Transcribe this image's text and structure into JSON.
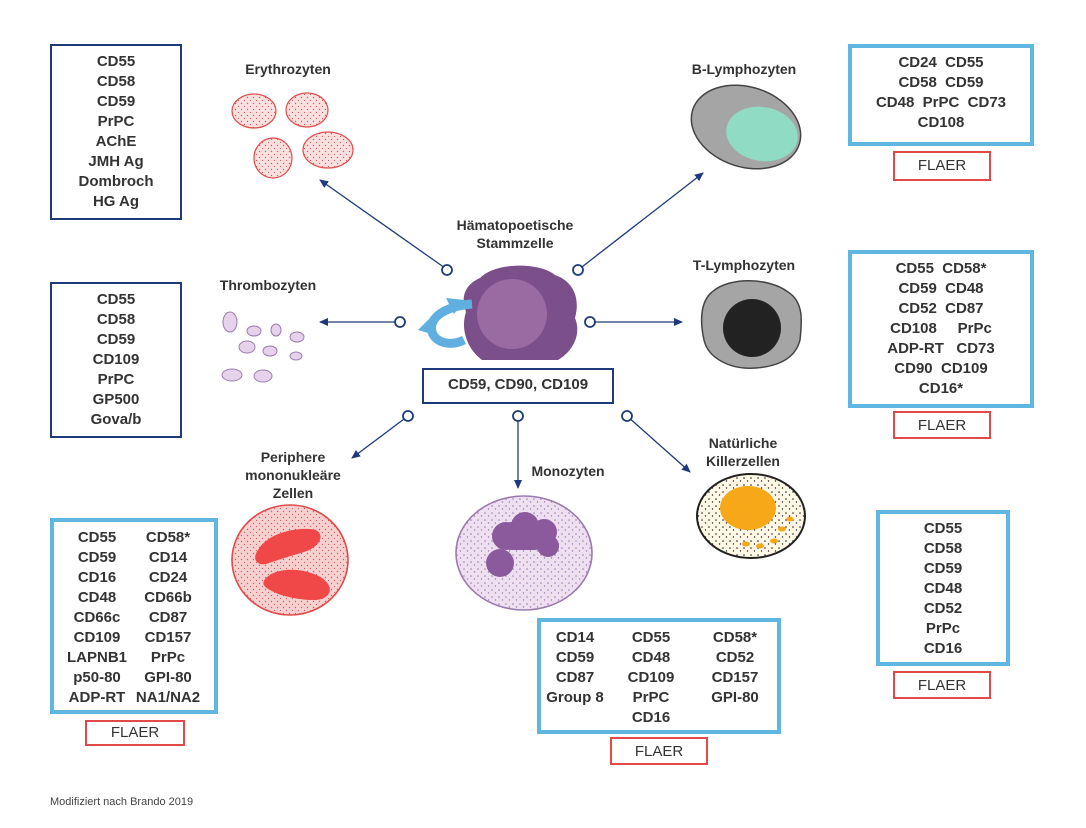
{
  "center": {
    "title_line1": "Hämatopoetische",
    "title_line2": "Stammzelle",
    "markers": "CD59, CD90, CD109"
  },
  "cells": {
    "erythrozyten": "Erythrozyten",
    "thrombozyten": "Thrombozyten",
    "pbmc_line1": "Periphere",
    "pbmc_line2": "mononukleäre",
    "pbmc_line3": "Zellen",
    "monozyten": "Monozyten",
    "nk_line1": "Natürliche",
    "nk_line2": "Killerzellen",
    "b_lymph": "B-Lymphozyten",
    "t_lymph": "T-Lymphozyten"
  },
  "boxes": {
    "erythrozyten": [
      "CD55",
      "CD58",
      "CD59",
      "PrPC",
      "AChE",
      "JMH Ag",
      "Dombroch",
      "HG Ag"
    ],
    "thrombozyten": [
      "CD55",
      "CD58",
      "CD59",
      "CD109",
      "PrPC",
      "GP500",
      "Gova/b"
    ],
    "b_lymph": [
      "CD24  CD55",
      "CD58  CD59",
      "CD48  PrPC  CD73",
      "CD108"
    ],
    "t_lymph": [
      "CD55  CD58*",
      "CD59  CD48",
      "CD52  CD87",
      "CD108     PrPc",
      "ADP-RT   CD73",
      "CD90  CD109",
      "CD16*"
    ],
    "nk": [
      "CD55",
      "CD58",
      "CD59",
      "CD48",
      "CD52",
      "PrPc",
      "CD16"
    ],
    "pbmc": [
      "CD55",
      "CD58*",
      "CD59",
      "CD14",
      "CD16",
      "CD24",
      "CD48",
      "CD66b",
      "CD66c",
      "CD87",
      "CD109",
      "CD157",
      "LAPNB1",
      "PrPc",
      "p50-80",
      "GPI-80",
      "ADP-RT",
      "NA1/NA2"
    ],
    "mono": [
      "CD14",
      "CD55",
      "CD58*",
      "CD59",
      "CD48",
      "CD52",
      "CD87",
      "CD109",
      "CD157",
      "Group 8",
      "PrPC",
      "GPI-80",
      "",
      "CD16",
      ""
    ]
  },
  "flaer": "FLAER",
  "footnote": "Modifiziert nach Brando 2019",
  "colors": {
    "navy": "#1f3a7a",
    "light_blue": "#5fb6e0",
    "red": "#e24a4a",
    "stem_purple": "#7b4f8a"
  }
}
